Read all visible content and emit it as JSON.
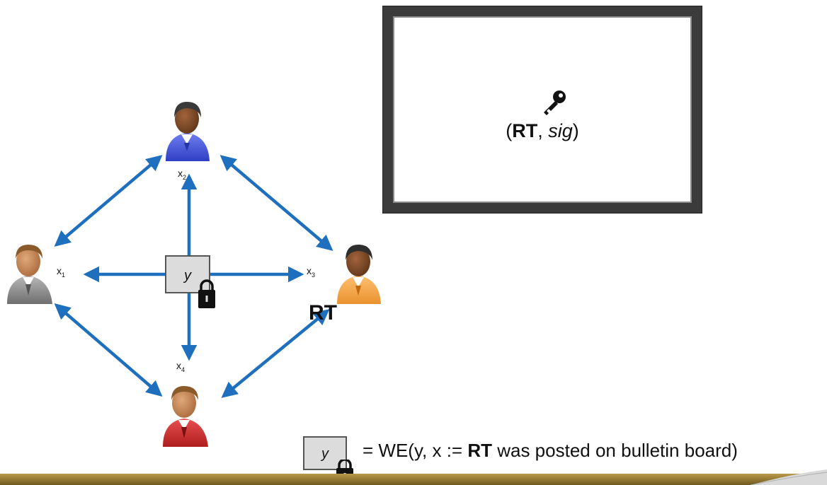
{
  "diagram": {
    "node_labels": {
      "x1": {
        "base": "x",
        "sub": "1"
      },
      "x2": {
        "base": "x",
        "sub": "2"
      },
      "x3": {
        "base": "x",
        "sub": "3"
      },
      "x4": {
        "base": "x",
        "sub": "4"
      }
    },
    "center_box_label": "y",
    "rt_label": "RT"
  },
  "board": {
    "rt": "RT",
    "sig": "sig",
    "open_paren": "(",
    "comma": ", ",
    "close_paren": ")"
  },
  "legend": {
    "box_label": "y",
    "prefix": "= WE(y, x := ",
    "bold": "RT",
    "suffix": " was posted on bulletin board)"
  },
  "colors": {
    "arrow": "#1f6fbf",
    "user_top": "#3b4fd6",
    "user_left": "#8c8c8c",
    "user_right": "#f0a040",
    "user_bottom": "#cc2a2a",
    "board_frame": "#3b3b3b",
    "band": "#a58a3c"
  }
}
